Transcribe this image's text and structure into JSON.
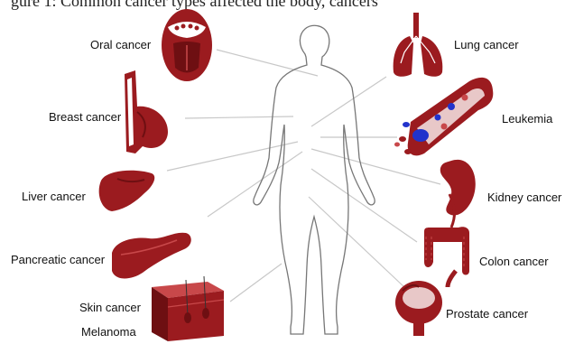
{
  "header_fragment": "gure 1: Common cancer types affected the body, cancers",
  "labels": {
    "oral": "Oral cancer",
    "breast": "Breast cancer",
    "liver": "Liver cancer",
    "pancreatic": "Pancreatic cancer",
    "skin": "Skin cancer",
    "melanoma": "Melanoma",
    "lung": "Lung cancer",
    "leukemia": "Leukemia",
    "kidney": "Kidney cancer",
    "colon": "Colon cancer",
    "prostate": "Prostate cancer"
  },
  "colors": {
    "organ": "#9b1b1f",
    "organ_dark": "#6e0f12",
    "organ_light": "#c8484a",
    "line": "#c8c8c8",
    "body": "#777777",
    "blood_cell_blue": "#2233cc"
  },
  "icons": [
    "mouth-icon",
    "breast-icon",
    "liver-icon",
    "pancreas-icon",
    "skin-icon",
    "lungs-icon",
    "blood-vessel-icon",
    "kidney-icon",
    "colon-icon",
    "prostate-icon",
    "human-body-outline"
  ]
}
